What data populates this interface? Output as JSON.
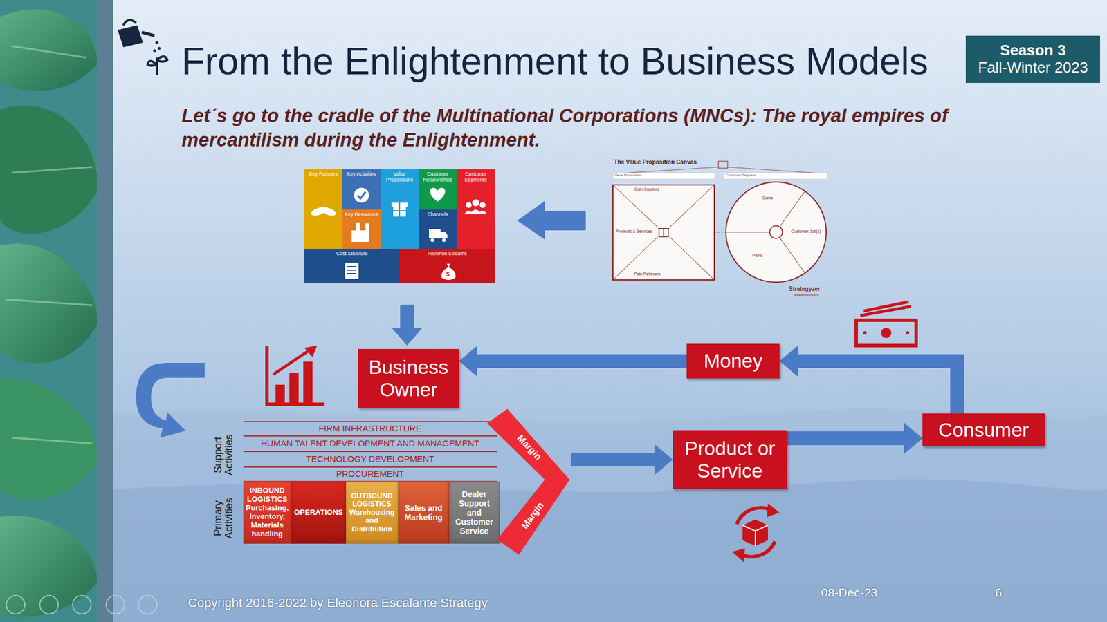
{
  "diagram": {
    "title": "From the Enlightenment to Business Models",
    "nodes": [
      {
        "text": [
          "Season 3",
          "Fall-Winter 2023"
        ]
      },
      {
        "text": [
          "Key Partners"
        ]
      },
      {
        "text": [
          "Key Activities"
        ]
      },
      {
        "text": [
          "Value Propositions"
        ]
      },
      {
        "text": [
          "Customer Relationships"
        ]
      },
      {
        "text": [
          "Customer Segments"
        ]
      },
      {
        "text": [
          "Key Resources"
        ]
      },
      {
        "text": [
          "Channels"
        ]
      },
      {
        "text": [
          "Cost Structure"
        ]
      },
      {
        "text": [
          "Revenue Streams"
        ]
      },
      {
        "text": [
          "Business Owner"
        ]
      },
      {
        "text": [
          "Money"
        ]
      },
      {
        "text": [
          "FIRM INFRASTRUCTURE"
        ]
      },
      {
        "text": [
          "HUMAN TALENT DEVELOPMENT AND MANAGEMENT"
        ]
      },
      {
        "text": [
          "Consumer"
        ]
      },
      {
        "text": [
          "TECHNOLOGY DEVELOPMENT"
        ]
      },
      {
        "text": [
          "Product or Service"
        ]
      },
      {
        "text": [
          "PROCUREMENT"
        ]
      },
      {
        "text": [
          "INBOUND LOGISTICS",
          "Purchasing, Inventory, Materials handling"
        ]
      },
      {
        "text": [
          "OPERATIONS"
        ]
      },
      {
        "text": [
          "OUTBOUND LOGISTICS",
          "Warehousing and Distribution"
        ]
      },
      {
        "text": [
          "Sales and Marketing"
        ]
      },
      {
        "text": [
          "Dealer Support and Customer Service"
        ]
      },
      {
        "text": [
          "Margin",
          "Margin"
        ]
      }
    ],
    "edges": [
      {
        "from": 11,
        "to": 10,
        "arrow": "to"
      },
      {
        "from": 23,
        "to": 16,
        "arrow": "to"
      },
      {
        "from": 16,
        "to": 14,
        "arrow": "to"
      },
      {
        "from": 14,
        "to": 11,
        "arrow": "to"
      }
    ],
    "labels": [
      "Let´s go to the cradle of the Multinational Corporations (MNCs): The royal empires of mercantilism during the Enlightenment.",
      "Support Activities",
      "Primary Activities",
      "The Value Proposition Canvas",
      "Value Proposition",
      "Customer Segment",
      "Gain Creators",
      "Pain Relievers",
      "Products & Services",
      "Gains",
      "Pains",
      "Customer Job(s)",
      "Strategyzer",
      "strategyzer.com",
      "Copyright 2016-2022 by Eleonora Escalante Strategy",
      "08-Dec-23",
      "6"
    ]
  }
}
